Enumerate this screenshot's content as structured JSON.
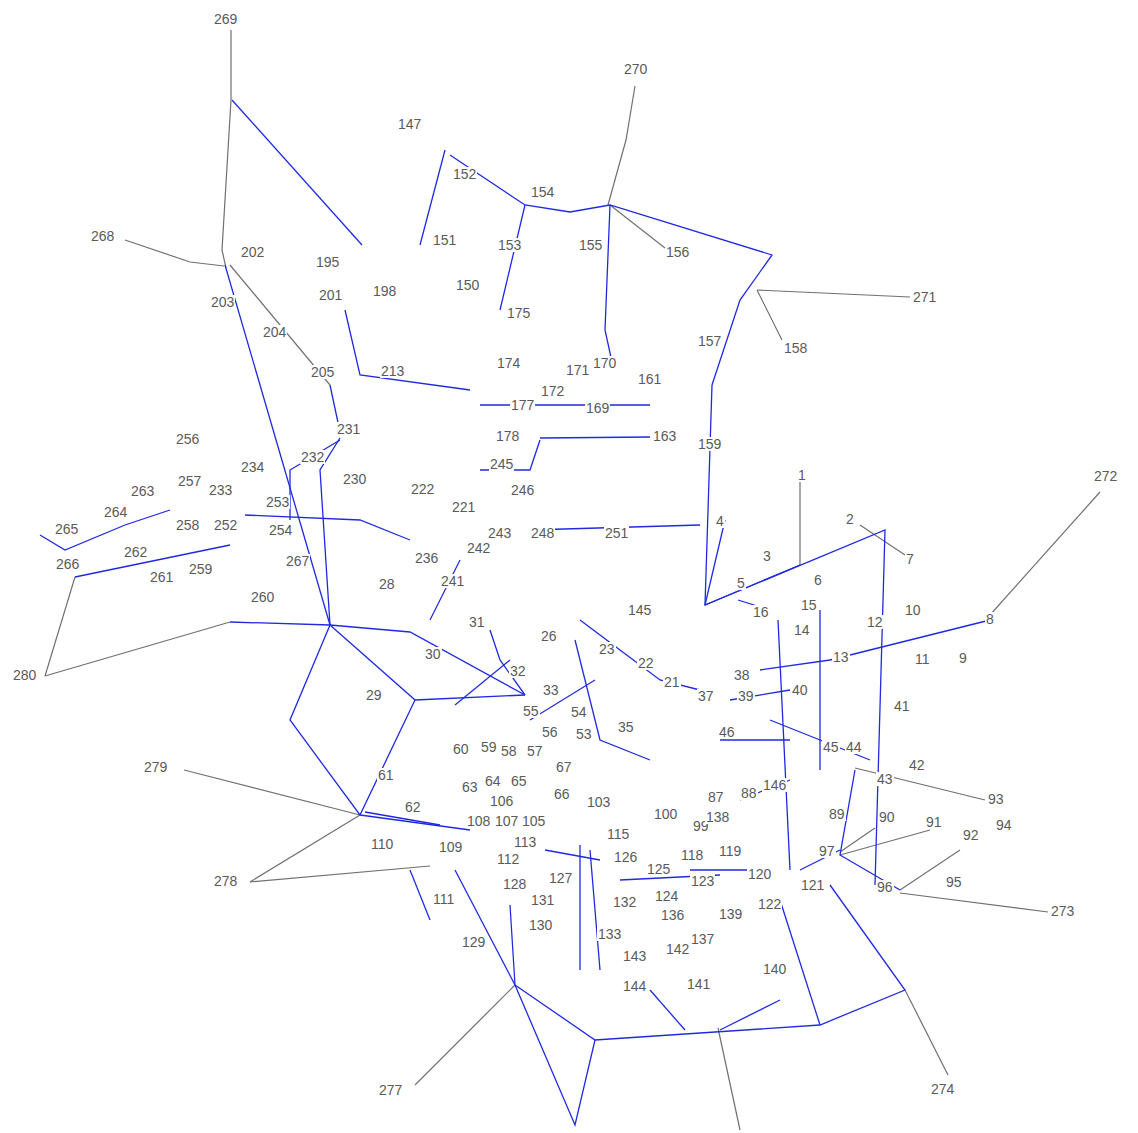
{
  "diagram": {
    "labels": [
      "269",
      "270",
      "147",
      "152",
      "154",
      "155",
      "156",
      "153",
      "195",
      "151",
      "268",
      "202",
      "203",
      "204",
      "201",
      "198",
      "150",
      "175",
      "205",
      "157",
      "158",
      "271",
      "174",
      "171",
      "170",
      "172",
      "161",
      "213",
      "177",
      "169",
      "163",
      "159",
      "178",
      "231",
      "245",
      "246",
      "256",
      "257",
      "233",
      "234",
      "232",
      "263",
      "264",
      "258",
      "252",
      "253",
      "254",
      "230",
      "222",
      "221",
      "243",
      "248",
      "251",
      "1",
      "2",
      "7",
      "272",
      "3",
      "4",
      "5",
      "6",
      "265",
      "266",
      "262",
      "259",
      "261",
      "236",
      "242",
      "267",
      "28",
      "260",
      "280",
      "241",
      "31",
      "145",
      "26",
      "23",
      "22",
      "21",
      "30",
      "29",
      "32",
      "33",
      "55",
      "54",
      "35",
      "60",
      "59",
      "58",
      "57",
      "56",
      "53",
      "37",
      "38",
      "39",
      "40",
      "15",
      "16",
      "14",
      "13",
      "12",
      "10",
      "11",
      "9",
      "8",
      "46",
      "41",
      "45",
      "44",
      "42",
      "43",
      "93",
      "146",
      "89",
      "90",
      "91",
      "94",
      "92",
      "97",
      "95",
      "96",
      "273",
      "121",
      "120",
      "122",
      "119",
      "118",
      "123",
      "139",
      "140",
      "141",
      "144",
      "143",
      "142",
      "274",
      "277",
      "129",
      "130",
      "131",
      "128",
      "111",
      "112",
      "113",
      "110",
      "109",
      "108",
      "107",
      "105",
      "106",
      "62",
      "63",
      "64",
      "65",
      "61",
      "279",
      "278",
      "66",
      "67",
      "103",
      "100",
      "99",
      "88",
      "87",
      "115",
      "127",
      "126",
      "125",
      "124",
      "132",
      "136",
      "137",
      "133",
      "138"
    ]
  }
}
